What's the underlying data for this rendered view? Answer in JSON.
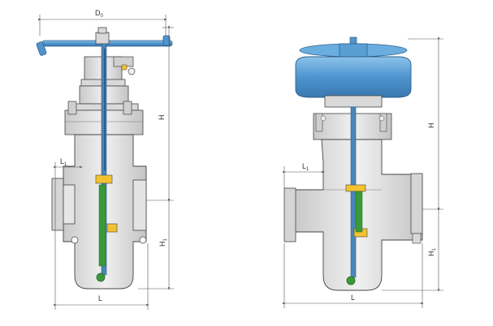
{
  "figures": {
    "left": {
      "dims": {
        "top_width": {
          "main": "D",
          "sub": "0"
        },
        "height": {
          "main": "H"
        },
        "flange_len": {
          "main": "L",
          "sub": "1"
        },
        "lower_height": {
          "main": "H",
          "sub": "1"
        },
        "length": {
          "main": "L"
        }
      }
    },
    "right": {
      "dims": {
        "height": {
          "main": "H"
        },
        "flange_len": {
          "main": "L",
          "sub": "1"
        },
        "lower_height": {
          "main": "H",
          "sub": "1"
        },
        "length": {
          "main": "L"
        }
      }
    }
  },
  "colors": {
    "body": "#d9d9d9",
    "body_stroke": "#444444",
    "handwheel": "#5a9fd4",
    "stem": "#4a86b8",
    "seat_yellow": "#f2c230",
    "seat_green": "#3a9a3a",
    "dim_line": "#555555"
  }
}
